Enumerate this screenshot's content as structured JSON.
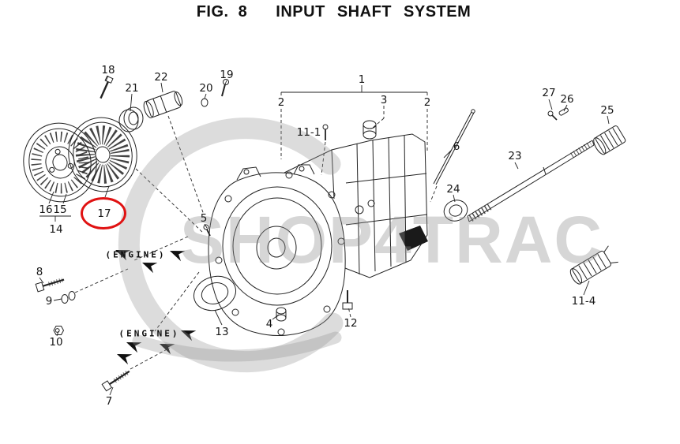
{
  "title": {
    "fig": "FIG. 8",
    "name": "INPUT SHAFT SYSTEM"
  },
  "watermark": {
    "text": "SHOP4TRAC"
  },
  "engine": {
    "upper": "(ENGINE)",
    "lower": "(ENGINE)"
  },
  "highlight": {
    "part": "17",
    "color": "#e01212"
  },
  "parts": [
    {
      "id": "18"
    },
    {
      "id": "21"
    },
    {
      "id": "22"
    },
    {
      "id": "20"
    },
    {
      "id": "19"
    },
    {
      "id": "1"
    },
    {
      "id": "2"
    },
    {
      "id": "2"
    },
    {
      "id": "3"
    },
    {
      "id": "11-1"
    },
    {
      "id": "6"
    },
    {
      "id": "27"
    },
    {
      "id": "26"
    },
    {
      "id": "25"
    },
    {
      "id": "23"
    },
    {
      "id": "24"
    },
    {
      "id": "16"
    },
    {
      "id": "15"
    },
    {
      "id": "14"
    },
    {
      "id": "17"
    },
    {
      "id": "5"
    },
    {
      "id": "8"
    },
    {
      "id": "9"
    },
    {
      "id": "10"
    },
    {
      "id": "7"
    },
    {
      "id": "13"
    },
    {
      "id": "4"
    },
    {
      "id": "12"
    },
    {
      "id": "11-4"
    }
  ]
}
